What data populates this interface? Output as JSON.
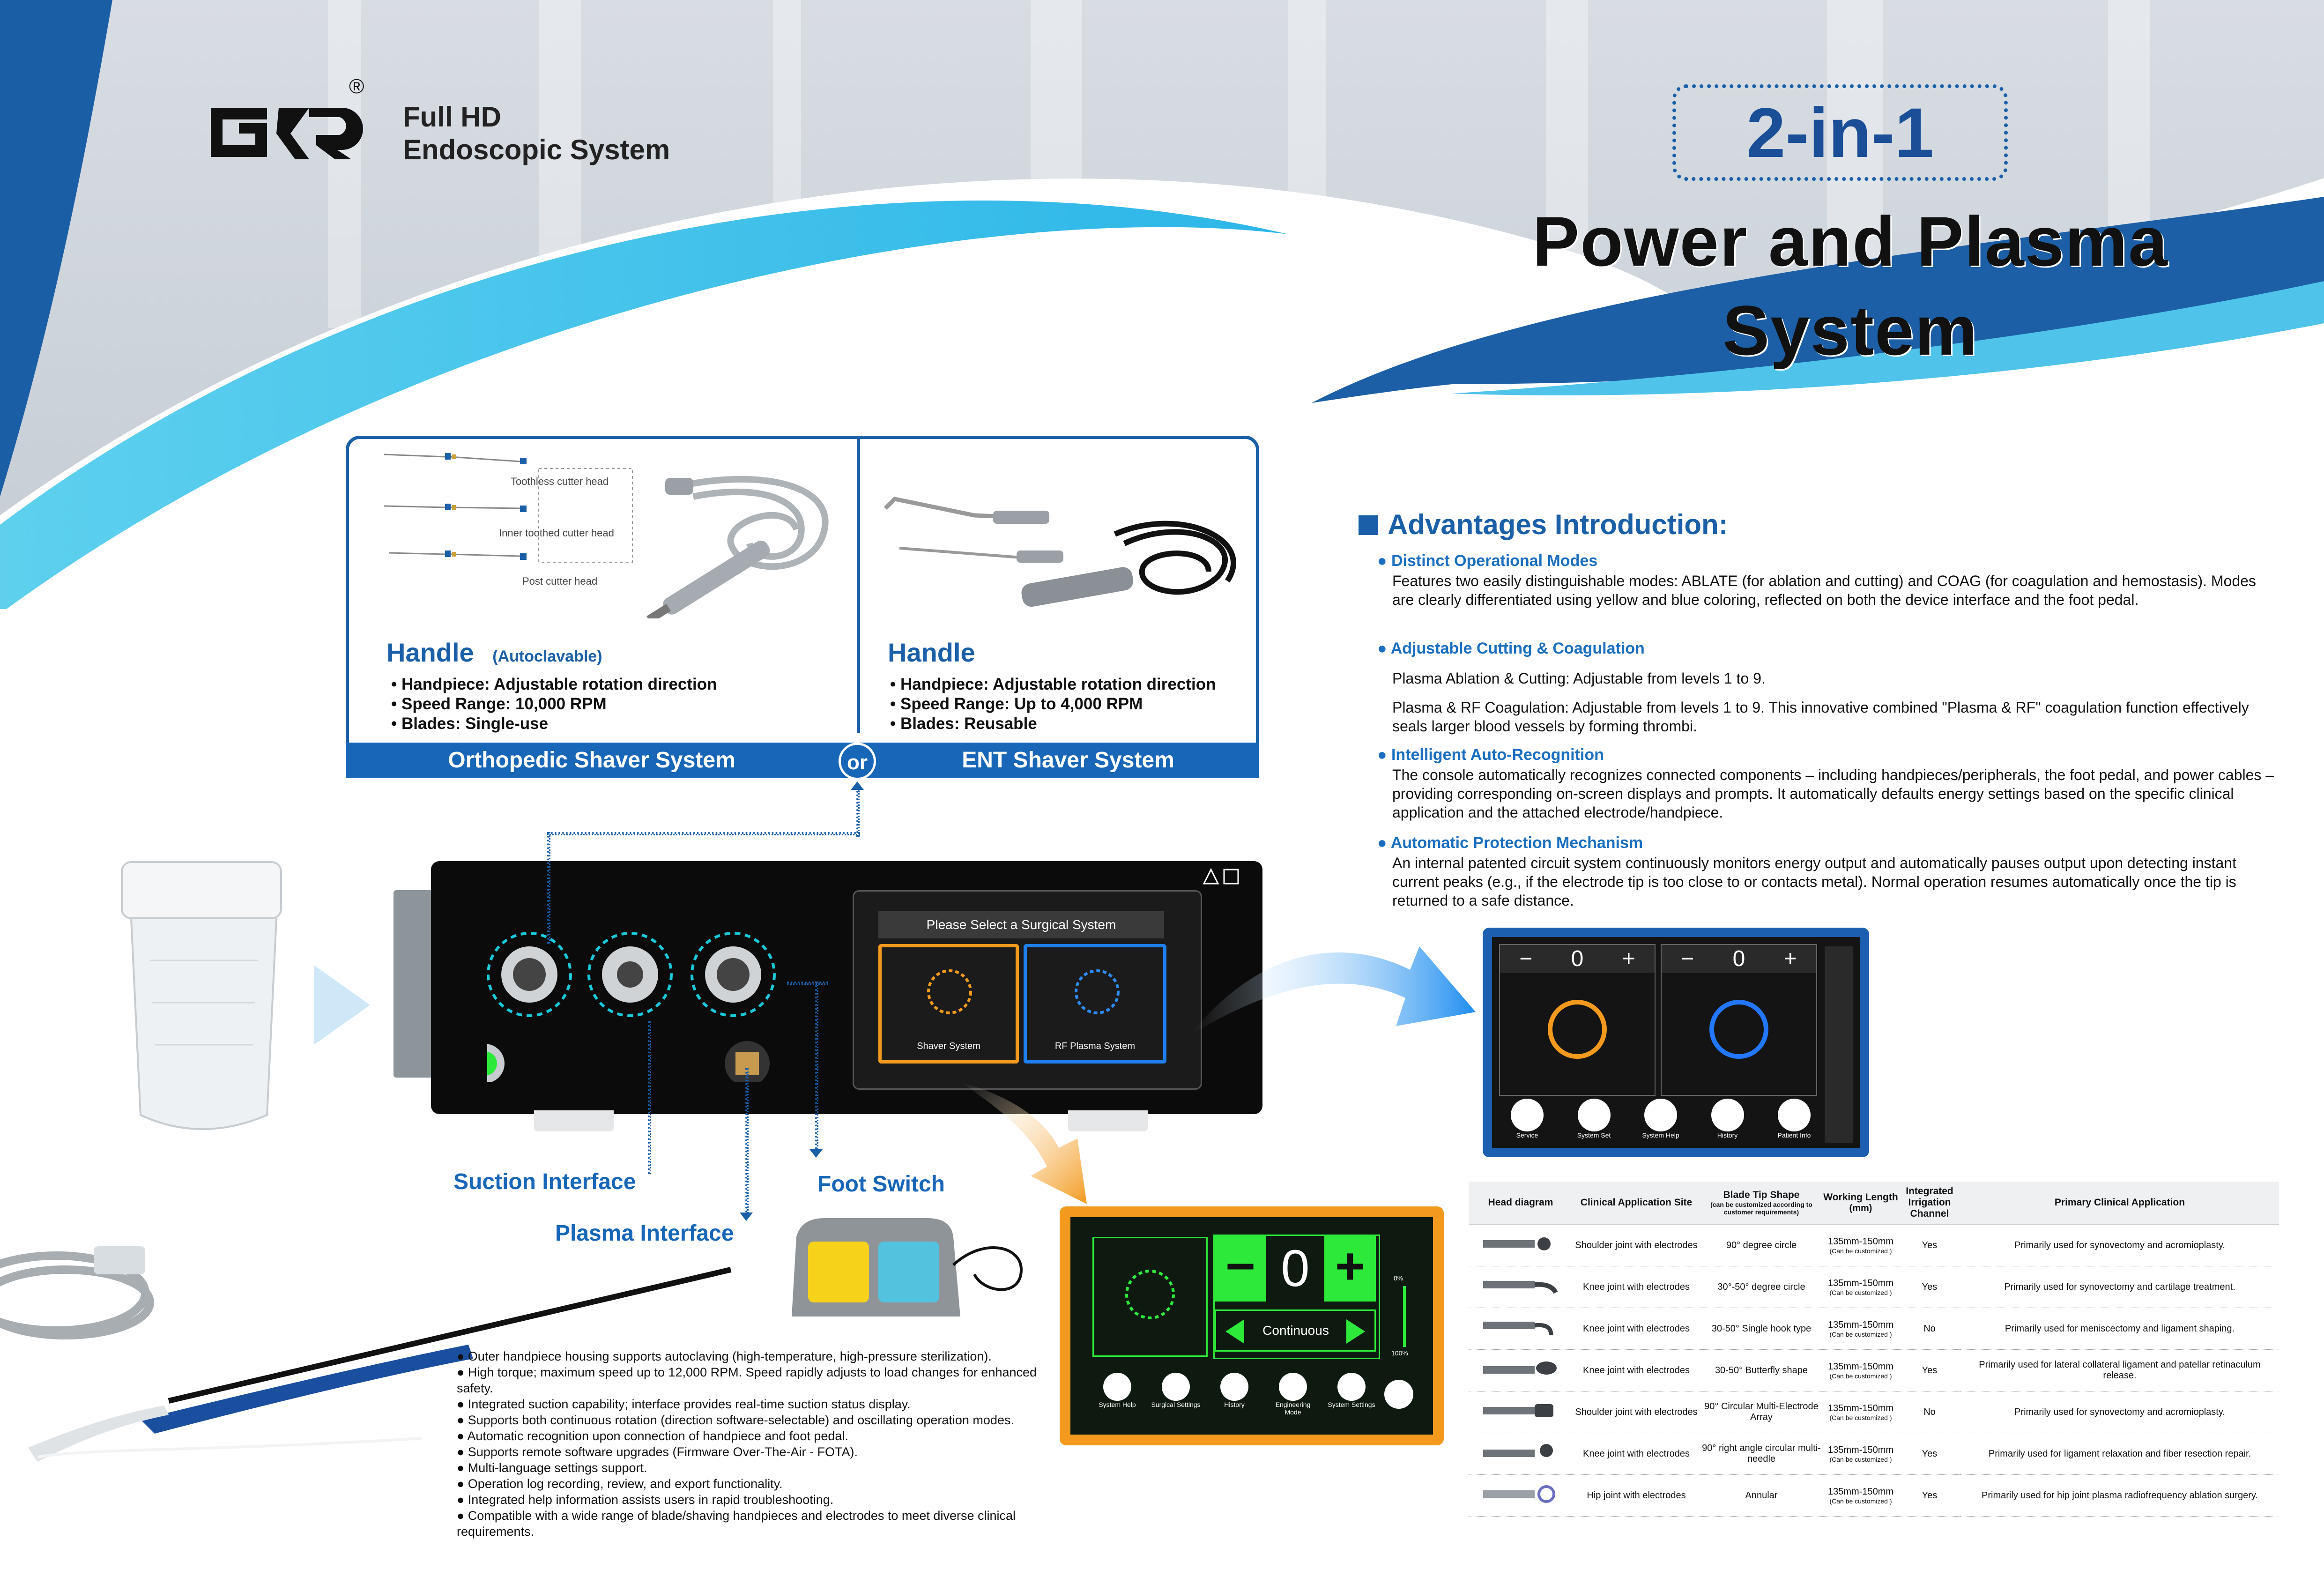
{
  "brand": {
    "registered": "®",
    "line1": "Full HD",
    "line2": "Endoscopic System"
  },
  "title": {
    "badge": "2-in-1",
    "line1": "Power and Plasma",
    "line2": "System"
  },
  "handpieces": {
    "left": {
      "cutters": [
        "Toothless cutter head",
        "Inner toothed cutter head",
        "Post cutter head"
      ],
      "heading": "Handle",
      "heading_sub": "(Autoclavable)",
      "specs": [
        "• Handpiece: Adjustable rotation direction",
        "• Speed Range:  10,000 RPM",
        "• Blades: Single-use"
      ],
      "system": "Orthopedic Shaver System"
    },
    "or_label": "or",
    "right": {
      "heading": "Handle",
      "specs": [
        "• Handpiece: Adjustable rotation direction",
        "• Speed Range: Up to 4,000 RPM",
        "• Blades: Reusable"
      ],
      "system": "ENT Shaver System"
    }
  },
  "advantages": {
    "title": "Advantages  Introduction:",
    "items": [
      {
        "heading": "● Distinct Operational Modes",
        "paragraphs": [
          "Features two easily distinguishable modes: ABLATE (for ablation and cutting) and COAG (for coagulation and hemostasis). Modes are clearly differentiated using yellow and blue coloring, reflected on both the device interface and the foot pedal."
        ]
      },
      {
        "heading": "● Adjustable Cutting & Coagulation",
        "paragraphs": [
          "Plasma Ablation & Cutting: Adjustable from levels 1 to 9.",
          "Plasma & RF Coagulation: Adjustable from levels 1 to 9. This innovative combined \"Plasma & RF\" coagulation function effectively seals larger blood vessels by forming thrombi."
        ]
      },
      {
        "heading": "● Intelligent Auto-Recognition",
        "paragraphs": [
          "The console automatically recognizes connected components – including handpieces/peripherals, the foot pedal, and power cables – providing corresponding on-screen displays and prompts. It automatically defaults energy settings based on the specific clinical application and the attached electrode/handpiece."
        ]
      },
      {
        "heading": "● Automatic Protection Mechanism",
        "paragraphs": [
          "An internal patented circuit system continuously monitors energy output and automatically pauses output upon detecting instant current peaks (e.g., if the electrode tip is too close to or contacts metal). Normal operation resumes automatically once the tip is returned to a safe distance."
        ]
      }
    ]
  },
  "console_screen": {
    "prompt": "Please Select a Surgical System",
    "option1": "Shaver System",
    "option2": "RF Plasma System"
  },
  "plasma_screen": {
    "value_left": "0",
    "value_right": "0",
    "minus": "−",
    "plus": "+",
    "buttons": [
      "Service",
      "System Set",
      "System Help",
      "History",
      "Patient Info"
    ]
  },
  "shaver_screen": {
    "value": "0",
    "minus": "−",
    "plus": "+",
    "mode": "Continuous",
    "scale_top": "0%",
    "scale_bottom": "100%",
    "buttons": [
      "System Help",
      "Surgical Settings",
      "History",
      "Engineering Mode",
      "System Settings"
    ]
  },
  "labels": {
    "suction": "Suction Interface",
    "plasma": "Plasma Interface",
    "foot": "Foot Switch"
  },
  "features": [
    "● Outer handpiece housing supports autoclaving (high-temperature, high-pressure sterilization).",
    "● High torque; maximum speed up to 12,000 RPM. Speed rapidly adjusts to load changes for enhanced safety.",
    "● Integrated suction capability; interface provides real-time suction status display.",
    "● Supports both continuous rotation (direction software-selectable) and oscillating operation modes.",
    "● Automatic recognition upon connection of handpiece and foot pedal.",
    "● Supports remote software upgrades (Firmware Over-The-Air - FOTA).",
    "● Multi-language settings support.",
    "● Operation log recording, review, and export functionality.",
    "● Integrated help information assists users in rapid troubleshooting.",
    "● Compatible with a wide range of blade/shaving handpieces and electrodes to meet diverse clinical requirements."
  ],
  "table": {
    "headers": {
      "diagram": "Head diagram",
      "site": "Clinical Application Site",
      "shape": "Blade Tip Shape",
      "shape_note": "(can be customized according to customer requirements)",
      "length": "Working Length",
      "length_unit": "(mm)",
      "channel": "Integrated Irrigation Channel",
      "application": "Primary Clinical Application"
    },
    "rows": [
      {
        "site": "Shoulder joint with electrodes",
        "shape": "90° degree circle",
        "length": "135mm-150mm",
        "note": "(Can be customized )",
        "channel": "Yes",
        "application": "Primarily used for synovectomy and acromioplasty."
      },
      {
        "site": "Knee joint with electrodes",
        "shape": "30°-50° degree circle",
        "length": "135mm-150mm",
        "note": "(Can be customized )",
        "channel": "Yes",
        "application": "Primarily used for synovectomy and cartilage treatment."
      },
      {
        "site": "Knee joint with electrodes",
        "shape": "30-50° Single hook type",
        "length": "135mm-150mm",
        "note": "(Can be customized )",
        "channel": "No",
        "application": "Primarily used for meniscectomy and ligament shaping."
      },
      {
        "site": "Knee joint with electrodes",
        "shape": "30-50° Butterfly shape",
        "length": "135mm-150mm",
        "note": "(Can be customized )",
        "channel": "Yes",
        "application": "Primarily used for lateral collateral ligament and patellar retinaculum release."
      },
      {
        "site": "Shoulder joint with electrodes",
        "shape": "90° Circular Multi-Electrode Array",
        "length": "135mm-150mm",
        "note": "(Can be customized )",
        "channel": "No",
        "application": "Primarily used for synovectomy and acromioplasty."
      },
      {
        "site": "Knee joint with electrodes",
        "shape": "90° right angle circular multi-needle",
        "length": "135mm-150mm",
        "note": "(Can be customized )",
        "channel": "Yes",
        "application": "Primarily used for ligament relaxation and fiber resection repair."
      },
      {
        "site": "Hip joint with electrodes",
        "shape": "Annular",
        "length": "135mm-150mm",
        "note": "(Can be customized )",
        "channel": "Yes",
        "application": "Primarily used for hip joint plasma radiofrequency ablation surgery."
      }
    ]
  },
  "colors": {
    "brand_blue": "#1766b8",
    "accent_orange": "#f39a1e",
    "accent_green": "#2dea3a"
  }
}
